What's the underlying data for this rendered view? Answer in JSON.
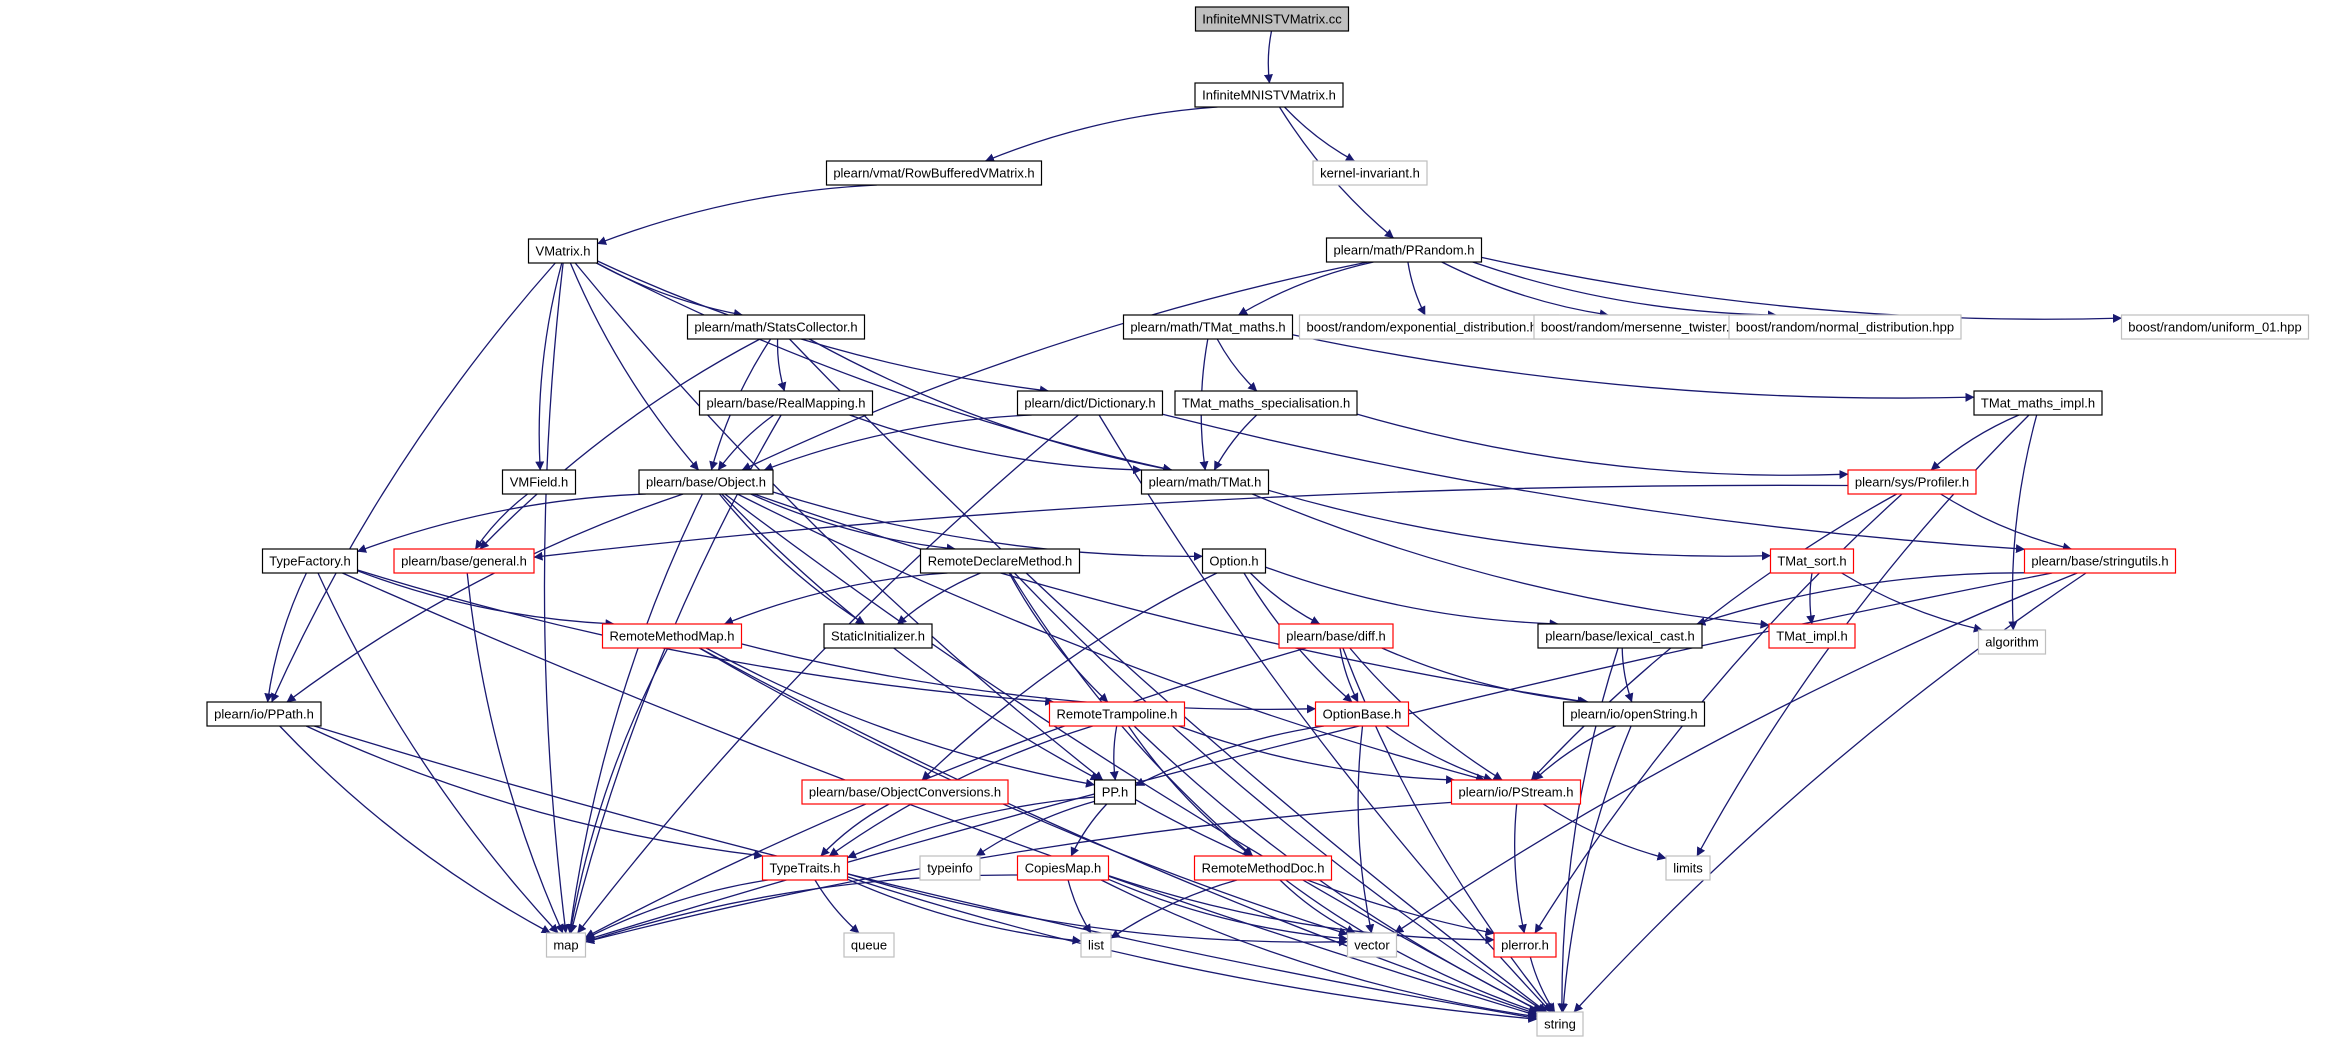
{
  "nodes": [
    {
      "id": "cc",
      "label": "InfiniteMNISTVMatrix.cc",
      "style": "root"
    },
    {
      "id": "h",
      "label": "InfiniteMNISTVMatrix.h",
      "style": "normal"
    },
    {
      "id": "rowbuf",
      "label": "plearn/vmat/RowBufferedVMatrix.h",
      "style": "normal"
    },
    {
      "id": "kernel",
      "label": "kernel-invariant.h",
      "style": "missing"
    },
    {
      "id": "prandom",
      "label": "plearn/math/PRandom.h",
      "style": "normal"
    },
    {
      "id": "vmatrix",
      "label": "VMatrix.h",
      "style": "normal"
    },
    {
      "id": "stats",
      "label": "plearn/math/StatsCollector.h",
      "style": "normal"
    },
    {
      "id": "tmatmaths",
      "label": "plearn/math/TMat_maths.h",
      "style": "normal"
    },
    {
      "id": "bexp",
      "label": "boost/random/exponential_distribution.hpp",
      "style": "missing"
    },
    {
      "id": "bmers",
      "label": "boost/random/mersenne_twister.hpp",
      "style": "missing"
    },
    {
      "id": "bnorm",
      "label": "boost/random/normal_distribution.hpp",
      "style": "missing"
    },
    {
      "id": "bunif",
      "label": "boost/random/uniform_01.hpp",
      "style": "missing"
    },
    {
      "id": "realmap",
      "label": "plearn/base/RealMapping.h",
      "style": "normal"
    },
    {
      "id": "dict",
      "label": "plearn/dict/Dictionary.h",
      "style": "normal"
    },
    {
      "id": "tmspec",
      "label": "TMat_maths_specialisation.h",
      "style": "normal"
    },
    {
      "id": "tmimplh",
      "label": "TMat_maths_impl.h",
      "style": "normal"
    },
    {
      "id": "vmfield",
      "label": "VMField.h",
      "style": "normal"
    },
    {
      "id": "object",
      "label": "plearn/base/Object.h",
      "style": "normal"
    },
    {
      "id": "tmat",
      "label": "plearn/math/TMat.h",
      "style": "normal"
    },
    {
      "id": "profiler",
      "label": "plearn/sys/Profiler.h",
      "style": "trunc"
    },
    {
      "id": "typefactory",
      "label": "TypeFactory.h",
      "style": "normal"
    },
    {
      "id": "general",
      "label": "plearn/base/general.h",
      "style": "trunc"
    },
    {
      "id": "rdm",
      "label": "RemoteDeclareMethod.h",
      "style": "normal"
    },
    {
      "id": "option",
      "label": "Option.h",
      "style": "normal"
    },
    {
      "id": "tmsort",
      "label": "TMat_sort.h",
      "style": "trunc"
    },
    {
      "id": "stringutils",
      "label": "plearn/base/stringutils.h",
      "style": "trunc"
    },
    {
      "id": "staticinit",
      "label": "StaticInitializer.h",
      "style": "normal"
    },
    {
      "id": "rmm",
      "label": "RemoteMethodMap.h",
      "style": "trunc"
    },
    {
      "id": "diff",
      "label": "plearn/base/diff.h",
      "style": "trunc"
    },
    {
      "id": "lexcast",
      "label": "plearn/base/lexical_cast.h",
      "style": "normal"
    },
    {
      "id": "tmatimpl",
      "label": "TMat_impl.h",
      "style": "trunc"
    },
    {
      "id": "algorithm",
      "label": "algorithm",
      "style": "missing"
    },
    {
      "id": "ppath",
      "label": "plearn/io/PPath.h",
      "style": "normal"
    },
    {
      "id": "rtramp",
      "label": "RemoteTrampoline.h",
      "style": "trunc"
    },
    {
      "id": "optionbase",
      "label": "OptionBase.h",
      "style": "trunc"
    },
    {
      "id": "openstring",
      "label": "plearn/io/openString.h",
      "style": "normal"
    },
    {
      "id": "objconv",
      "label": "plearn/base/ObjectConversions.h",
      "style": "trunc"
    },
    {
      "id": "pp",
      "label": "PP.h",
      "style": "normal"
    },
    {
      "id": "pstream",
      "label": "plearn/io/PStream.h",
      "style": "trunc"
    },
    {
      "id": "typetraits",
      "label": "TypeTraits.h",
      "style": "trunc"
    },
    {
      "id": "typeinfo",
      "label": "typeinfo",
      "style": "missing"
    },
    {
      "id": "copiesmap",
      "label": "CopiesMap.h",
      "style": "trunc"
    },
    {
      "id": "rmdoc",
      "label": "RemoteMethodDoc.h",
      "style": "trunc"
    },
    {
      "id": "limits",
      "label": "limits",
      "style": "missing"
    },
    {
      "id": "map",
      "label": "map",
      "style": "missing"
    },
    {
      "id": "queue",
      "label": "queue",
      "style": "missing"
    },
    {
      "id": "list",
      "label": "list",
      "style": "missing"
    },
    {
      "id": "vector",
      "label": "vector",
      "style": "missing"
    },
    {
      "id": "plerror",
      "label": "plerror.h",
      "style": "trunc"
    },
    {
      "id": "string",
      "label": "string",
      "style": "missing"
    }
  ],
  "edges": [
    [
      "cc",
      "h"
    ],
    [
      "h",
      "rowbuf"
    ],
    [
      "h",
      "kernel"
    ],
    [
      "h",
      "prandom"
    ],
    [
      "rowbuf",
      "vmatrix"
    ],
    [
      "prandom",
      "object"
    ],
    [
      "prandom",
      "tmatmaths"
    ],
    [
      "prandom",
      "bexp"
    ],
    [
      "prandom",
      "bmers"
    ],
    [
      "prandom",
      "bnorm"
    ],
    [
      "prandom",
      "bunif"
    ],
    [
      "vmatrix",
      "stats"
    ],
    [
      "vmatrix",
      "dict"
    ],
    [
      "vmatrix",
      "vmfield"
    ],
    [
      "vmatrix",
      "object"
    ],
    [
      "vmatrix",
      "tmat"
    ],
    [
      "vmatrix",
      "ppath"
    ],
    [
      "vmatrix",
      "pp"
    ],
    [
      "vmatrix",
      "map"
    ],
    [
      "stats",
      "realmap"
    ],
    [
      "stats",
      "object"
    ],
    [
      "stats",
      "tmat"
    ],
    [
      "stats",
      "general"
    ],
    [
      "stats",
      "string"
    ],
    [
      "tmatmaths",
      "tmspec"
    ],
    [
      "tmatmaths",
      "tmimplh"
    ],
    [
      "tmatmaths",
      "tmat"
    ],
    [
      "realmap",
      "object"
    ],
    [
      "realmap",
      "tmat"
    ],
    [
      "realmap",
      "map"
    ],
    [
      "dict",
      "object"
    ],
    [
      "dict",
      "stringutils"
    ],
    [
      "dict",
      "map"
    ],
    [
      "dict",
      "string"
    ],
    [
      "tmspec",
      "tmat"
    ],
    [
      "tmspec",
      "profiler"
    ],
    [
      "tmimplh",
      "profiler"
    ],
    [
      "tmimplh",
      "algorithm"
    ],
    [
      "tmimplh",
      "limits"
    ],
    [
      "vmfield",
      "general"
    ],
    [
      "object",
      "typefactory"
    ],
    [
      "object",
      "rdm"
    ],
    [
      "object",
      "option"
    ],
    [
      "object",
      "staticinit"
    ],
    [
      "object",
      "ppath"
    ],
    [
      "object",
      "pp"
    ],
    [
      "object",
      "pstream"
    ],
    [
      "object",
      "openstring"
    ],
    [
      "object",
      "map"
    ],
    [
      "object",
      "string"
    ],
    [
      "tmat",
      "tmsort"
    ],
    [
      "tmat",
      "tmatimpl"
    ],
    [
      "profiler",
      "general"
    ],
    [
      "profiler",
      "stringutils"
    ],
    [
      "profiler",
      "pstream"
    ],
    [
      "profiler",
      "plerror"
    ],
    [
      "typefactory",
      "rmm"
    ],
    [
      "typefactory",
      "ppath"
    ],
    [
      "typefactory",
      "rtramp"
    ],
    [
      "typefactory",
      "map"
    ],
    [
      "typefactory",
      "string"
    ],
    [
      "general",
      "map"
    ],
    [
      "rdm",
      "rmm"
    ],
    [
      "rdm",
      "staticinit"
    ],
    [
      "rdm",
      "rtramp"
    ],
    [
      "rdm",
      "rmdoc"
    ],
    [
      "rdm",
      "string"
    ],
    [
      "option",
      "diff"
    ],
    [
      "option",
      "lexcast"
    ],
    [
      "option",
      "optionbase"
    ],
    [
      "option",
      "objconv"
    ],
    [
      "tmsort",
      "tmatimpl"
    ],
    [
      "tmsort",
      "algorithm"
    ],
    [
      "stringutils",
      "lexcast"
    ],
    [
      "stringutils",
      "map"
    ],
    [
      "stringutils",
      "vector"
    ],
    [
      "stringutils",
      "string"
    ],
    [
      "rmm",
      "optionbase"
    ],
    [
      "rmm",
      "pp"
    ],
    [
      "rmm",
      "vector"
    ],
    [
      "rmm",
      "map"
    ],
    [
      "rmm",
      "string"
    ],
    [
      "diff",
      "optionbase"
    ],
    [
      "diff",
      "pstream"
    ],
    [
      "diff",
      "openstring"
    ],
    [
      "diff",
      "map"
    ],
    [
      "diff",
      "string"
    ],
    [
      "lexcast",
      "openstring"
    ],
    [
      "lexcast",
      "string"
    ],
    [
      "ppath",
      "typetraits"
    ],
    [
      "ppath",
      "map"
    ],
    [
      "ppath",
      "string"
    ],
    [
      "rtramp",
      "pp"
    ],
    [
      "rtramp",
      "typetraits"
    ],
    [
      "rtramp",
      "rmdoc"
    ],
    [
      "rtramp",
      "pstream"
    ],
    [
      "rtramp",
      "string"
    ],
    [
      "optionbase",
      "pp"
    ],
    [
      "optionbase",
      "pstream"
    ],
    [
      "optionbase",
      "vector"
    ],
    [
      "openstring",
      "pstream"
    ],
    [
      "openstring",
      "string"
    ],
    [
      "objconv",
      "typetraits"
    ],
    [
      "pp",
      "typetraits"
    ],
    [
      "pp",
      "typeinfo"
    ],
    [
      "pp",
      "copiesmap"
    ],
    [
      "pp",
      "plerror"
    ],
    [
      "pstream",
      "limits"
    ],
    [
      "pstream",
      "plerror"
    ],
    [
      "pstream",
      "map"
    ],
    [
      "typetraits",
      "map"
    ],
    [
      "typetraits",
      "queue"
    ],
    [
      "typetraits",
      "list"
    ],
    [
      "typetraits",
      "vector"
    ],
    [
      "typetraits",
      "string"
    ],
    [
      "copiesmap",
      "map"
    ],
    [
      "copiesmap",
      "list"
    ],
    [
      "copiesmap",
      "vector"
    ],
    [
      "copiesmap",
      "plerror"
    ],
    [
      "copiesmap",
      "string"
    ],
    [
      "rmdoc",
      "list"
    ],
    [
      "rmdoc",
      "vector"
    ],
    [
      "rmdoc",
      "string"
    ],
    [
      "plerror",
      "string"
    ]
  ],
  "colors": {
    "edge": "#191970",
    "border_normal": "#000000",
    "border_truncated": "#ff0000",
    "border_missing": "#bfbfbf",
    "root_fill": "#bfbfbf",
    "background": "#ffffff"
  }
}
